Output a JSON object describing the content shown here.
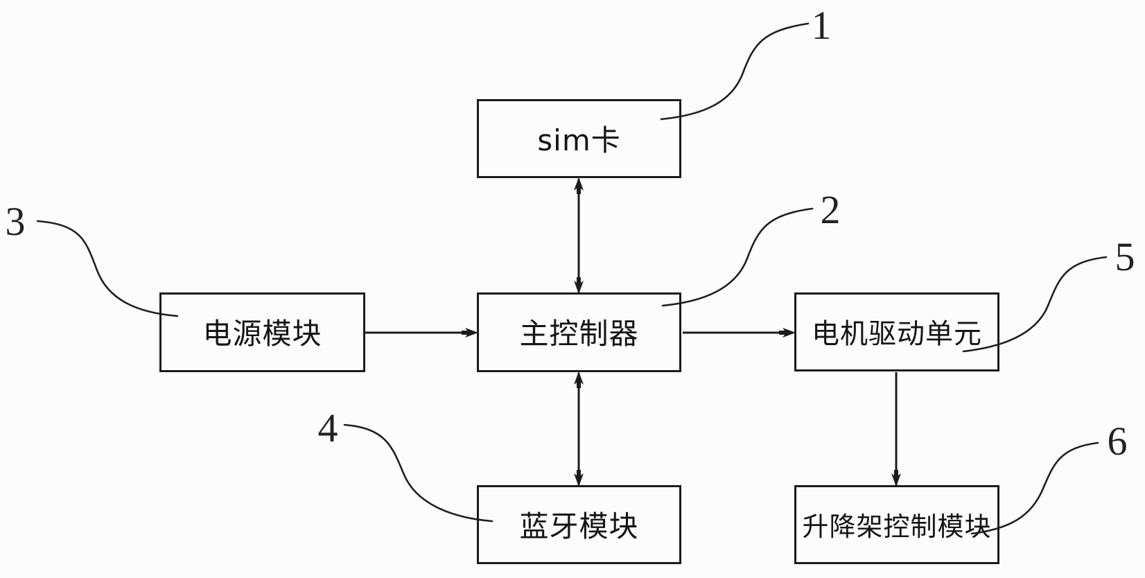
{
  "figure": {
    "background_color": "#fcfcfc",
    "line_color": "#1b1b1b",
    "nodes": [
      {
        "id": "sim-card",
        "label": "sim卡",
        "ref": "1"
      },
      {
        "id": "main-controller",
        "label": "主控制器",
        "ref": "2"
      },
      {
        "id": "power-module",
        "label": "电源模块",
        "ref": "3"
      },
      {
        "id": "bluetooth-module",
        "label": "蓝牙模块",
        "ref": "4"
      },
      {
        "id": "motor-drive-unit",
        "label": "电机驱动单元",
        "ref": "5"
      },
      {
        "id": "lift-frame-control-module",
        "label": "升降架控制模块",
        "ref": "6"
      }
    ],
    "edges": [
      {
        "from": "sim-card",
        "to": "main-controller",
        "style": "double-arrow",
        "orientation": "vertical"
      },
      {
        "from": "power-module",
        "to": "main-controller",
        "style": "arrow",
        "orientation": "horizontal"
      },
      {
        "from": "main-controller",
        "to": "motor-drive-unit",
        "style": "arrow",
        "orientation": "horizontal"
      },
      {
        "from": "main-controller",
        "to": "bluetooth-module",
        "style": "double-arrow",
        "orientation": "vertical"
      },
      {
        "from": "motor-drive-unit",
        "to": "lift-frame-control-module",
        "style": "arrow",
        "orientation": "vertical"
      }
    ]
  }
}
